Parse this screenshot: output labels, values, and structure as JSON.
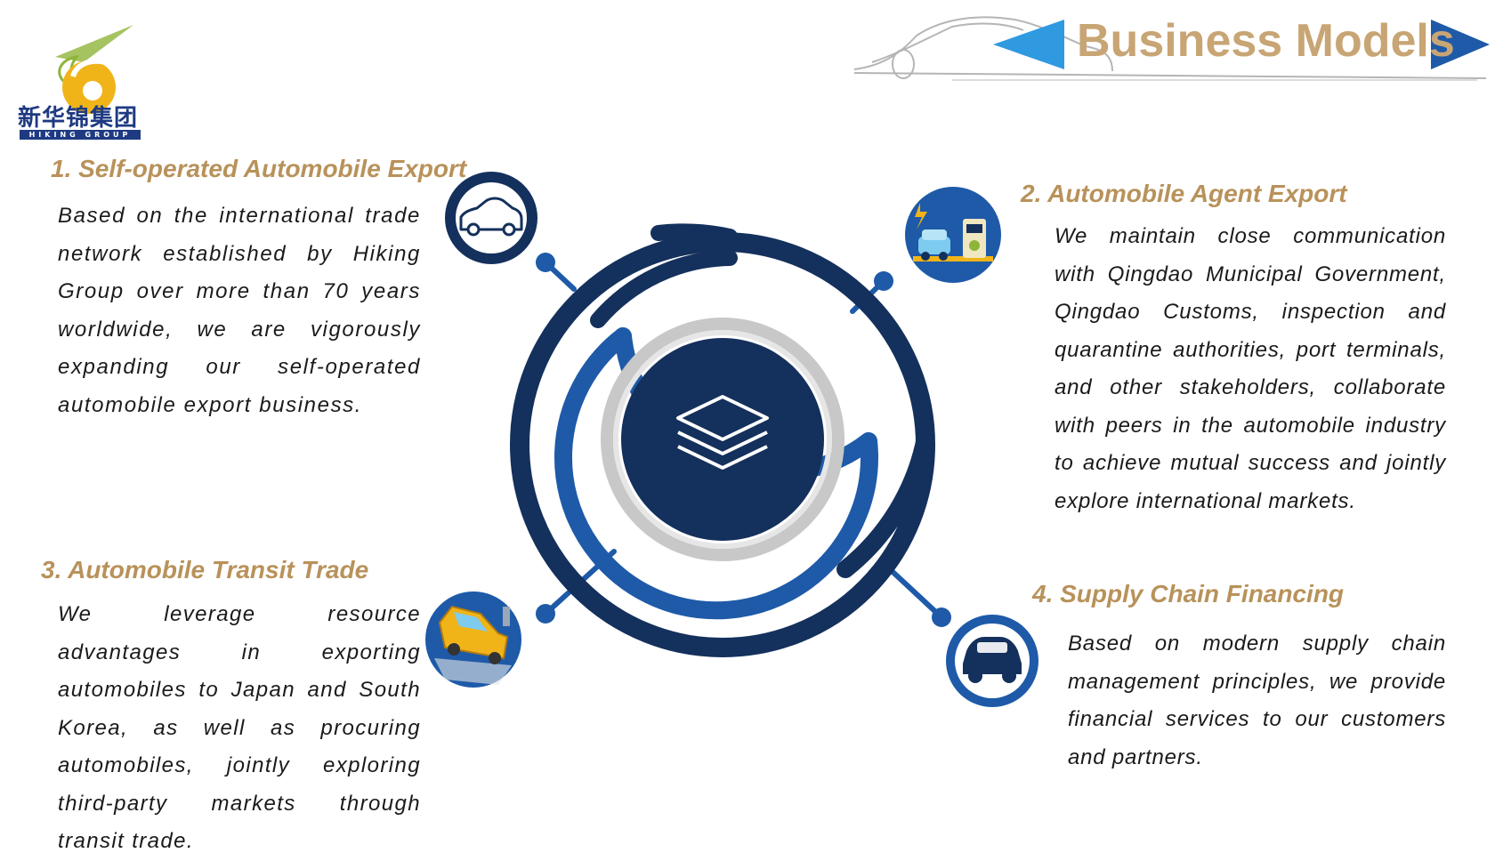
{
  "logo": {
    "name_cn": "新华锦集团",
    "name_en": "HIKING GROUP"
  },
  "header": {
    "title": "Business Models"
  },
  "sections": [
    {
      "title": "1. Self-operated Automobile Export",
      "body": "Based on the international trade network established by Hiking Group over more than 70 years worldwide, we are vigorously expanding our self-operated automobile export business.",
      "icon": "car-outline-icon"
    },
    {
      "title": "2. Automobile Agent Export",
      "body": "We maintain close communication with Qingdao Municipal Government, Qingdao Customs, inspection and quarantine authorities, port terminals, and other stakeholders, collaborate with peers in the automobile industry to achieve mutual success and jointly explore international markets.",
      "icon": "charging-station-icon"
    },
    {
      "title": "3. Automobile Transit Trade",
      "body": "We leverage resource advantages in exporting automobiles to Japan and South Korea, as well as procuring automobiles, jointly exploring third-party markets through transit trade.",
      "icon": "yellow-car-icon"
    },
    {
      "title": "4. Supply Chain Financing",
      "body": "Based on modern supply chain management principles, we provide financial services to our customers and partners.",
      "icon": "car-front-icon"
    }
  ],
  "center": {
    "icon": "layers-icon"
  },
  "colors": {
    "navy": "#14305c",
    "blue": "#1e5aa8",
    "gold": "#b8925a",
    "title_gold": "#c8a574",
    "arrow_blue": "#2f9ae0",
    "logo_yellow": "#f0b419"
  }
}
